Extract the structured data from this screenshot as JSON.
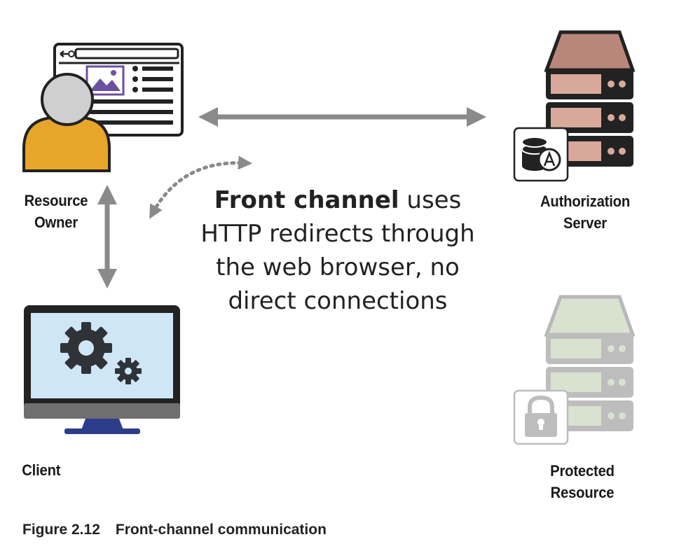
{
  "nodes": {
    "resource_owner": [
      "Resource",
      "Owner"
    ],
    "authorization_server": [
      "Authorization",
      "Server"
    ],
    "client": [
      "Client"
    ],
    "protected_resource": [
      "Protected",
      "Resource"
    ]
  },
  "headline": {
    "bold": "Front channel",
    "rest_line1": " uses",
    "line2": "HTTP redirects through",
    "line3": "the web browser, no",
    "line4": "direct connections"
  },
  "caption": {
    "number": "Figure 2.12",
    "title": "Front-channel communication"
  },
  "colors": {
    "arrow": "#8a8a8a",
    "owner_body": "#e7a52a",
    "owner_head": "#cfcfcf",
    "auth_server": "#d8a99a",
    "monitor_screen": "#cfe6f7",
    "gear": "#2f3338",
    "protected_server": "#d9e2cf",
    "lock_badge": "#bdbdbd"
  },
  "icons": {
    "resource_owner": "person-with-browser-icon",
    "authorization_server": "server-stack-icon",
    "auth_badge": "database-auth-icon",
    "client": "monitor-gears-icon",
    "protected_resource": "faded-server-stack-icon",
    "lock_badge": "padlock-icon"
  }
}
